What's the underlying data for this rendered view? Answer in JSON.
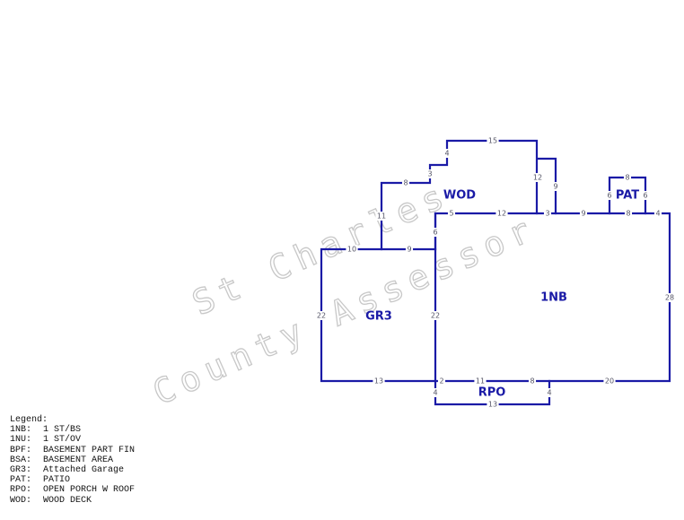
{
  "watermark": {
    "line1": "St Charles",
    "line2": "County Assessor"
  },
  "areas": {
    "nb": "1NB",
    "gr3": "GR3",
    "wod": "WOD",
    "pat": "PAT",
    "rpo": "RPO"
  },
  "dimensions": [
    {
      "id": "wod-top",
      "label": "15"
    },
    {
      "id": "wod-step-upper",
      "label": "4"
    },
    {
      "id": "wod-step-lower",
      "label": "3"
    },
    {
      "id": "wod-left-top",
      "label": "8"
    },
    {
      "id": "wod-left-side",
      "label": "11"
    },
    {
      "id": "wod-right-side",
      "label": "12"
    },
    {
      "id": "wod-right-offset",
      "label": "9"
    },
    {
      "id": "wod-bottom-left",
      "label": "5"
    },
    {
      "id": "wod-bottom-mid",
      "label": "12"
    },
    {
      "id": "wod-bottom-right",
      "label": "3"
    },
    {
      "id": "nb-top-a",
      "label": "9"
    },
    {
      "id": "pat-top",
      "label": "8"
    },
    {
      "id": "pat-left",
      "label": "6"
    },
    {
      "id": "pat-right",
      "label": "6"
    },
    {
      "id": "pat-bottom",
      "label": "8"
    },
    {
      "id": "nb-top-right",
      "label": "4"
    },
    {
      "id": "nb-jog",
      "label": "6"
    },
    {
      "id": "gr3-top-left",
      "label": "10"
    },
    {
      "id": "gr3-top-right",
      "label": "9"
    },
    {
      "id": "gr3-left",
      "label": "22"
    },
    {
      "id": "gr3-right",
      "label": "22"
    },
    {
      "id": "nb-right",
      "label": "28"
    },
    {
      "id": "gr3-bottom",
      "label": "13"
    },
    {
      "id": "rpo-notch",
      "label": "2"
    },
    {
      "id": "rpo-top-a",
      "label": "11"
    },
    {
      "id": "rpo-top-b",
      "label": "8"
    },
    {
      "id": "nb-bottom",
      "label": "20"
    },
    {
      "id": "rpo-left",
      "label": "4"
    },
    {
      "id": "rpo-right",
      "label": "4"
    },
    {
      "id": "rpo-bottom",
      "label": "13"
    }
  ],
  "legend": {
    "title": "Legend:",
    "items": [
      {
        "code": "1NB:",
        "desc": "1 ST/BS"
      },
      {
        "code": "1NU:",
        "desc": "1 ST/OV"
      },
      {
        "code": "BPF:",
        "desc": "BASEMENT PART FIN"
      },
      {
        "code": "BSA:",
        "desc": "BASEMENT AREA"
      },
      {
        "code": "GR3:",
        "desc": "Attached Garage"
      },
      {
        "code": "PAT:",
        "desc": "PATIO"
      },
      {
        "code": "RPO:",
        "desc": "OPEN PORCH W ROOF"
      },
      {
        "code": "WOD:",
        "desc": "WOOD DECK"
      }
    ]
  },
  "colors": {
    "outline": "#1a1aa6",
    "area_label": "#1a1aa6",
    "watermark": "#c8c8c8",
    "dimension_text": "#555566"
  }
}
